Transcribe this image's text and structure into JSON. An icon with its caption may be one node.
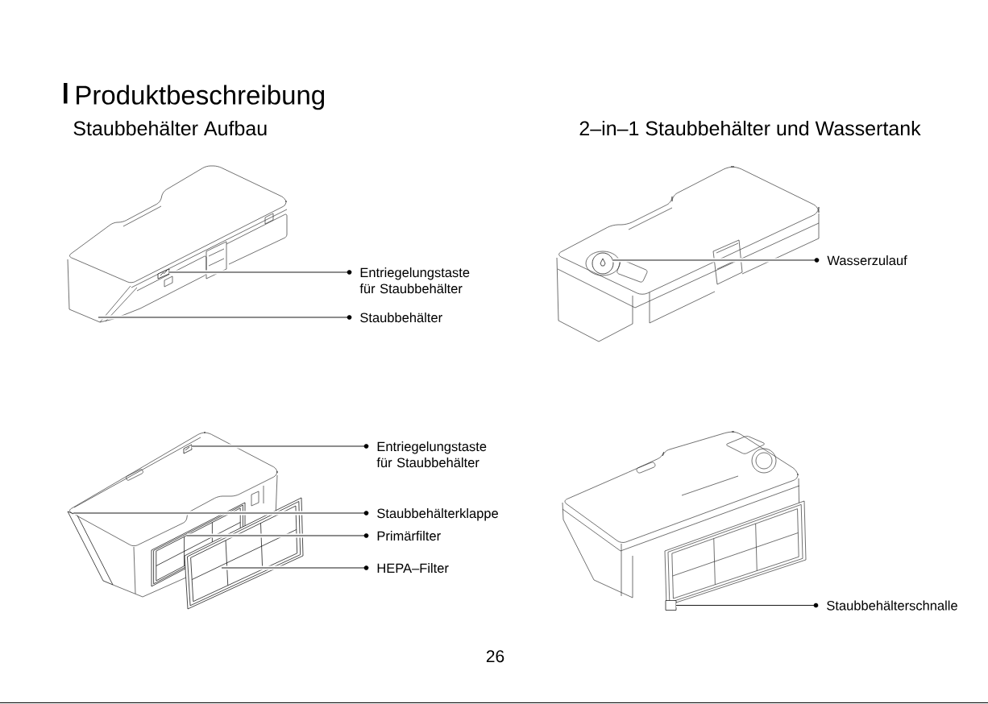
{
  "diagram": {
    "title": "Produktbeschreibung",
    "nodes": [
      {
        "text": [],
        "shape": "picture"
      },
      {
        "text": [],
        "shape": "box",
        "in": 0
      },
      {
        "text": [
          "Entriegelungstaste für Staubbehälter"
        ]
      },
      {
        "text": [
          "Staubbehälter"
        ]
      },
      {
        "text": [],
        "shape": "picture"
      },
      {
        "text": [],
        "shape": "circle",
        "in": 4
      },
      {
        "text": [
          "Wasserzulauf"
        ]
      },
      {
        "text": [],
        "shape": "picture"
      },
      {
        "text": [],
        "shape": "box",
        "in": 7
      },
      {
        "text": [],
        "shape": "box"
      },
      {
        "text": [],
        "shape": "box"
      },
      {
        "text": [],
        "shape": "box"
      },
      {
        "text": [
          "Entriegelungstaste für Staubbehälter"
        ]
      },
      {
        "text": [
          "Staubbehälterklappe"
        ]
      },
      {
        "text": [
          "Primärfilter"
        ]
      },
      {
        "text": [
          "HEPA–Filter"
        ]
      },
      {
        "text": [],
        "shape": "picture"
      },
      {
        "text": [],
        "shape": "box"
      },
      {
        "text": [
          "Staubbehälterschnalle"
        ]
      }
    ],
    "edges": [
      {
        "from": 2,
        "to": 1,
        "arrow": "other"
      },
      {
        "from": 3,
        "to": 0,
        "arrow": "other"
      },
      {
        "from": 6,
        "to": 5,
        "arrow": "other"
      },
      {
        "from": 12,
        "to": 8,
        "arrow": "other"
      },
      {
        "from": 13,
        "to": 9,
        "arrow": "other"
      },
      {
        "from": 14,
        "to": 10,
        "arrow": "other"
      },
      {
        "from": 15,
        "to": 11,
        "arrow": "other"
      },
      {
        "from": 18,
        "to": 17,
        "arrow": "other"
      }
    ],
    "labels": [
      "Staubbehälter Aufbau",
      "2–in–1 Staubbehälter und Wassertank",
      "26"
    ]
  }
}
